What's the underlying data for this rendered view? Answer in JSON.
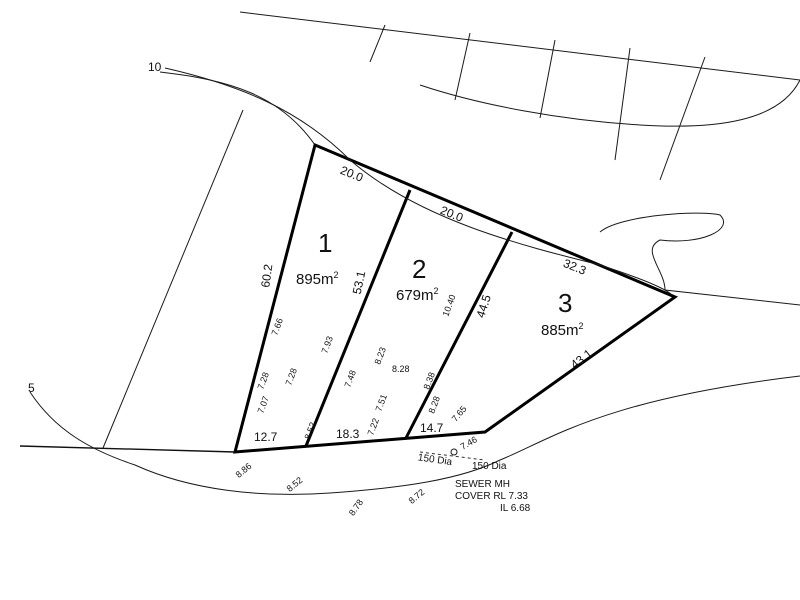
{
  "contours": {
    "c10": "10",
    "c5": "5"
  },
  "lots": [
    {
      "number": "1",
      "area": "895m",
      "sup": "2"
    },
    {
      "number": "2",
      "area": "679m",
      "sup": "2"
    },
    {
      "number": "3",
      "area": "885m",
      "sup": "2"
    }
  ],
  "dimensions": {
    "front1": "20.0",
    "front2": "20.0",
    "front3": "32.3",
    "side1": "60.2",
    "side2": "53.1",
    "side3": "44.5",
    "side4": "43.1",
    "rear1": "12.7",
    "rear2": "18.3",
    "rear3": "14.7"
  },
  "levels": {
    "l1": "7.66",
    "l2": "7.28",
    "l3": "7.07",
    "l4": "7.93",
    "l5": "7.28",
    "l6": "7.48",
    "l7": "8.23",
    "l8": "8.28",
    "l9": "10.40",
    "l10": "8.38",
    "l11": "8.28",
    "l12": "7.65",
    "l13": "7.51",
    "l14": "7.22",
    "l15": "8.52",
    "l16": "7.46",
    "l17": "8.86",
    "l18": "8.52",
    "l19": "8.78",
    "l20": "8.72"
  },
  "pipes": {
    "p1": "150 Dia",
    "p2": "150 Dia"
  },
  "sewer": {
    "title": "SEWER  MH",
    "cover": "COVER  RL  7.33",
    "il": "IL  6.68"
  }
}
